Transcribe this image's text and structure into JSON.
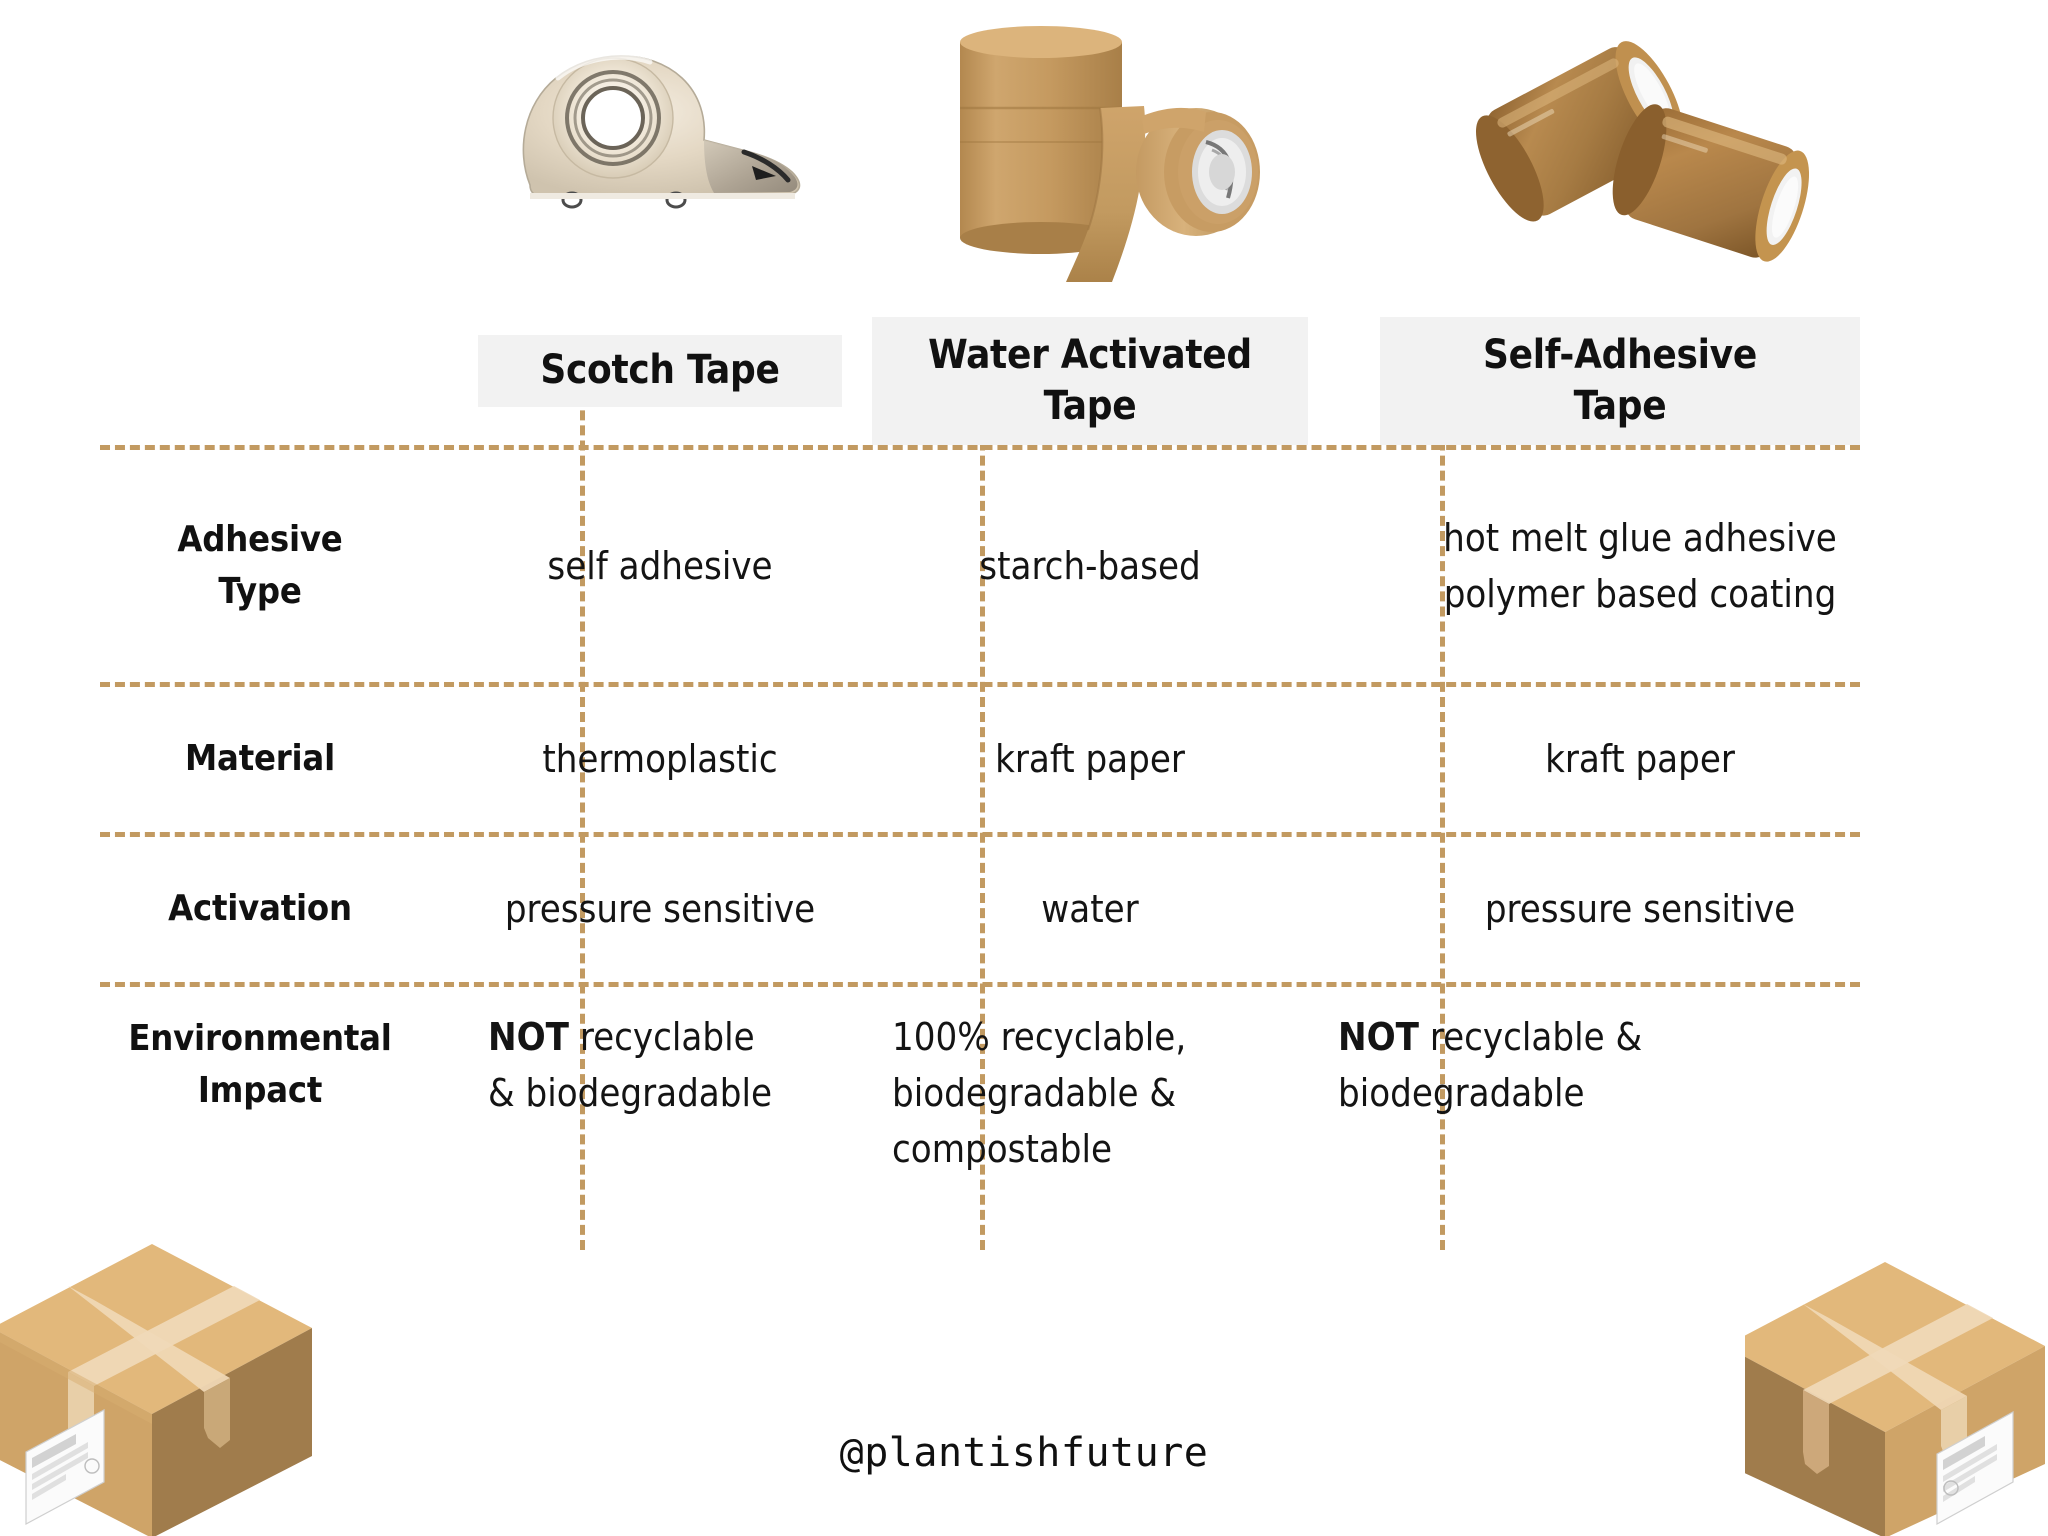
{
  "title": "Tape Comparison Chart",
  "theme": {
    "background": "#ffffff",
    "dash_color": "#c29a61",
    "header_box_bg": "#f2f2f2",
    "text_color": "#111111",
    "kraft_tan": "#c9a373",
    "kraft_dark": "#a8854f",
    "box_top": "#e2b87b",
    "box_left": "#cfa468",
    "box_right": "#a07c4c",
    "box_tape": "#efd7b4"
  },
  "products": [
    {
      "name": "scotch-tape-dispenser",
      "caption": "Scotch Tape"
    },
    {
      "name": "water-activated-kraft-tape-rolls",
      "caption": "Water Activated Tape"
    },
    {
      "name": "self-adhesive-brown-tape-rolls",
      "caption": "Self-Adhesive Tape"
    }
  ],
  "table": {
    "columns": [
      {
        "id": "label",
        "label": ""
      },
      {
        "id": "scotch",
        "label": "Scotch Tape"
      },
      {
        "id": "water",
        "label": "Water Activated\nTape",
        "line1": "Water Activated",
        "line2": "Tape"
      },
      {
        "id": "self",
        "label": "Self-Adhesive\nTape",
        "line1": "Self-Adhesive",
        "line2": "Tape"
      }
    ],
    "rows": [
      {
        "id": "adhesive-type",
        "label_line1": "Adhesive",
        "label_line2": "Type",
        "scotch": "self adhesive",
        "water": "starch-based",
        "self_line1": "hot melt glue adhesive",
        "self_line2": "polymer based coating"
      },
      {
        "id": "material",
        "label_line1": "Material",
        "label_line2": "",
        "scotch": "thermoplastic",
        "water": "kraft paper",
        "self": "kraft paper"
      },
      {
        "id": "activation",
        "label_line1": "Activation",
        "label_line2": "",
        "scotch": "pressure sensitive",
        "water": "water",
        "self": "pressure sensitive"
      },
      {
        "id": "environmental-impact",
        "label_line1": "Environmental",
        "label_line2": "Impact",
        "scotch_bold": "NOT",
        "scotch_rest": " recyclable",
        "scotch_line2": "& biodegradable",
        "water_line1": "100% recyclable,",
        "water_line2": "biodegradable &",
        "water_line3": "compostable",
        "self_bold": "NOT",
        "self_rest": " recyclable &",
        "self_line2": "biodegradable"
      }
    ]
  },
  "footer": {
    "handle": "@plantishfuture"
  }
}
